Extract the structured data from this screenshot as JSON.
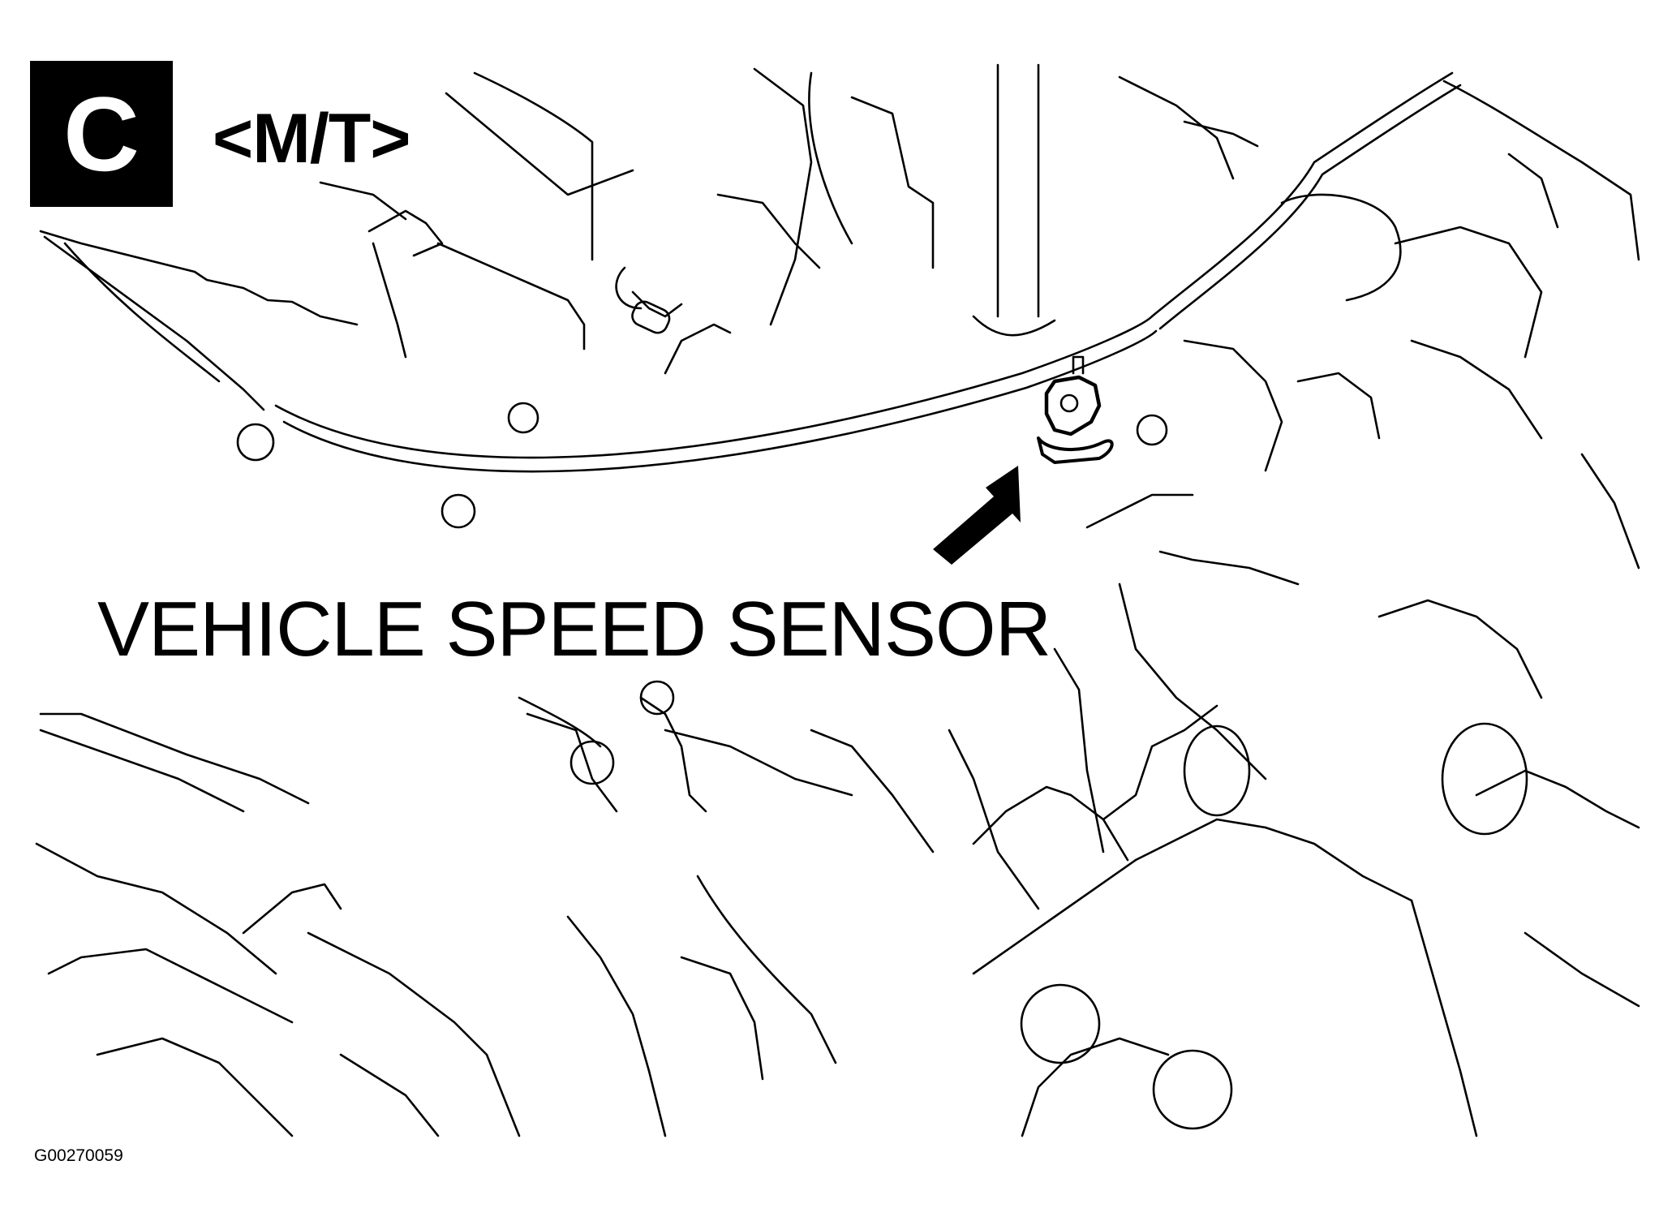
{
  "view_badge": "C",
  "transmission": "<M/T>",
  "callout": "VEHICLE SPEED SENSOR",
  "figure_id": "G00270059",
  "colors": {
    "line": "#000000",
    "background": "#ffffff"
  },
  "icons": {
    "pointer": "arrow-pointer-icon"
  }
}
